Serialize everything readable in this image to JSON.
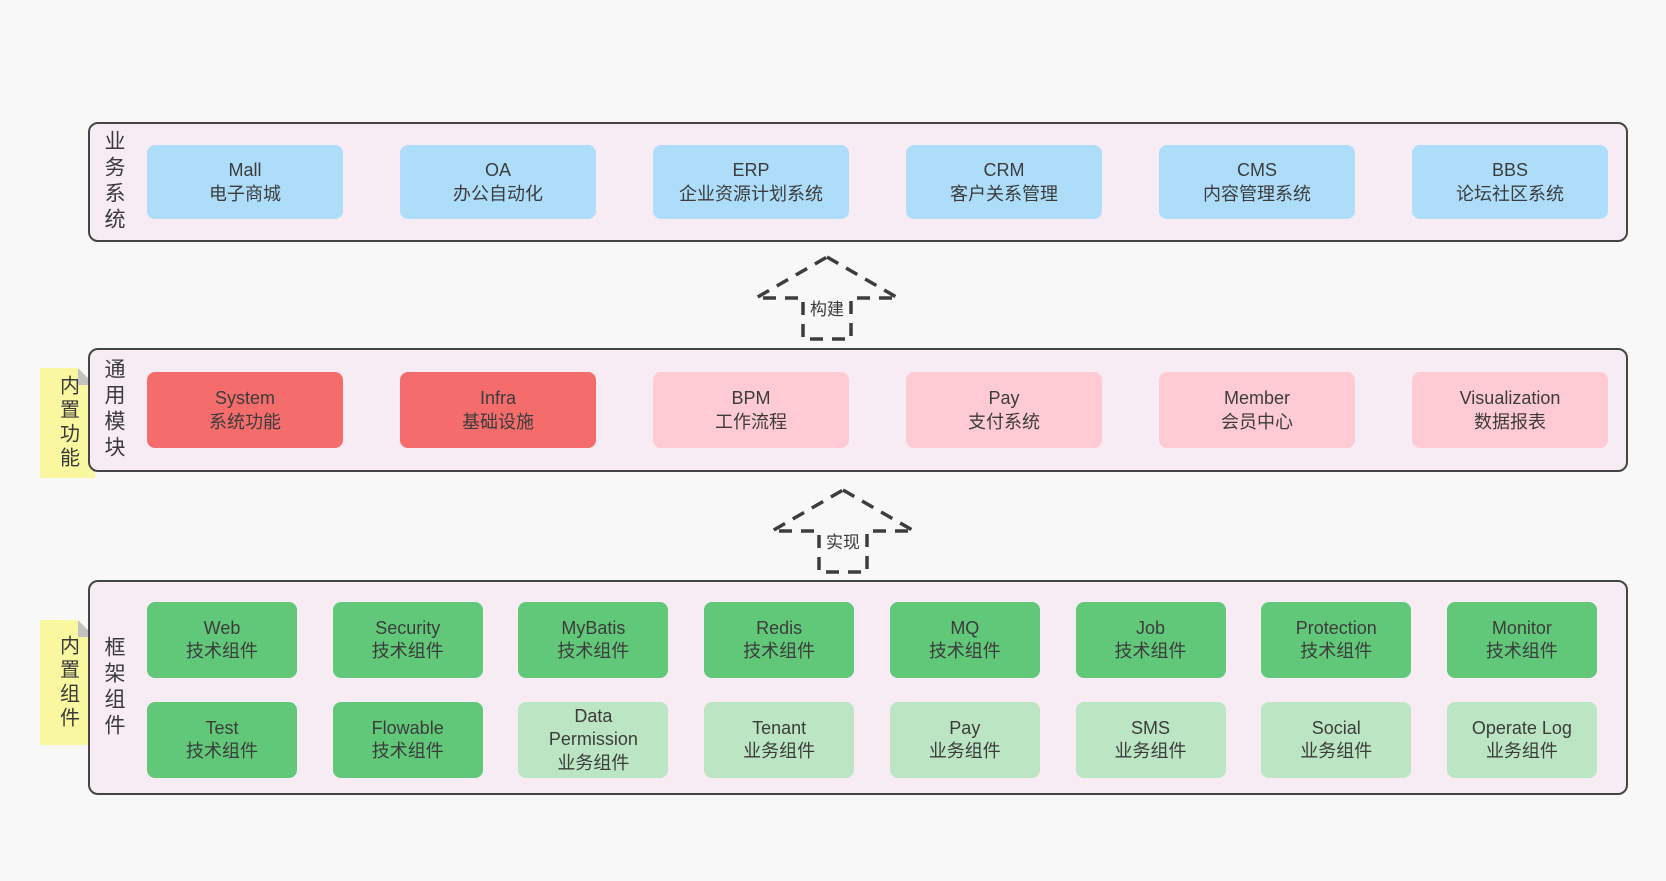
{
  "colors": {
    "page_bg": "#f8f8f8",
    "section_bg": "#f8ecf4",
    "section_border": "#454545",
    "blue": "#aeddfa",
    "red": "#f56c6c",
    "pink": "#fecad3",
    "green": "#60c878",
    "lightgreen": "#bbe5c3",
    "tab_bg": "#f9f7a0",
    "tab_fold": "#c2c2c2",
    "text": "#3c3c3c"
  },
  "sections": [
    {
      "label": "业务系统",
      "tab": null,
      "rows": [
        [
          {
            "en": "Mall",
            "zh": "电子商城",
            "color": "blue"
          },
          {
            "en": "OA",
            "zh": "办公自动化",
            "color": "blue"
          },
          {
            "en": "ERP",
            "zh": "企业资源计划系统",
            "color": "blue"
          },
          {
            "en": "CRM",
            "zh": "客户关系管理",
            "color": "blue"
          },
          {
            "en": "CMS",
            "zh": "内容管理系统",
            "color": "blue"
          },
          {
            "en": "BBS",
            "zh": "论坛社区系统",
            "color": "blue"
          }
        ]
      ]
    },
    {
      "label": "通用模块",
      "tab": "内置功能",
      "rows": [
        [
          {
            "en": "System",
            "zh": "系统功能",
            "color": "red"
          },
          {
            "en": "Infra",
            "zh": "基础设施",
            "color": "red"
          },
          {
            "en": "BPM",
            "zh": "工作流程",
            "color": "pink"
          },
          {
            "en": "Pay",
            "zh": "支付系统",
            "color": "pink"
          },
          {
            "en": "Member",
            "zh": "会员中心",
            "color": "pink"
          },
          {
            "en": "Visualization",
            "zh": "数据报表",
            "color": "pink"
          }
        ]
      ]
    },
    {
      "label": "框架组件",
      "tab": "内置组件",
      "rows": [
        [
          {
            "en": "Web",
            "zh": "技术组件",
            "color": "green"
          },
          {
            "en": "Security",
            "zh": "技术组件",
            "color": "green"
          },
          {
            "en": "MyBatis",
            "zh": "技术组件",
            "color": "green"
          },
          {
            "en": "Redis",
            "zh": "技术组件",
            "color": "green"
          },
          {
            "en": "MQ",
            "zh": "技术组件",
            "color": "green"
          },
          {
            "en": "Job",
            "zh": "技术组件",
            "color": "green"
          },
          {
            "en": "Protection",
            "zh": "技术组件",
            "color": "green"
          },
          {
            "en": "Monitor",
            "zh": "技术组件",
            "color": "green"
          }
        ],
        [
          {
            "en": "Test",
            "zh": "技术组件",
            "color": "green"
          },
          {
            "en": "Flowable",
            "zh": "技术组件",
            "color": "green"
          },
          {
            "en": "Data Permission",
            "zh": "业务组件",
            "color": "lightgreen"
          },
          {
            "en": "Tenant",
            "zh": "业务组件",
            "color": "lightgreen"
          },
          {
            "en": "Pay",
            "zh": "业务组件",
            "color": "lightgreen"
          },
          {
            "en": "SMS",
            "zh": "业务组件",
            "color": "lightgreen"
          },
          {
            "en": "Social",
            "zh": "业务组件",
            "color": "lightgreen"
          },
          {
            "en": "Operate Log",
            "zh": "业务组件",
            "color": "lightgreen"
          }
        ]
      ]
    }
  ],
  "arrows": [
    {
      "label": "构建"
    },
    {
      "label": "实现"
    }
  ]
}
